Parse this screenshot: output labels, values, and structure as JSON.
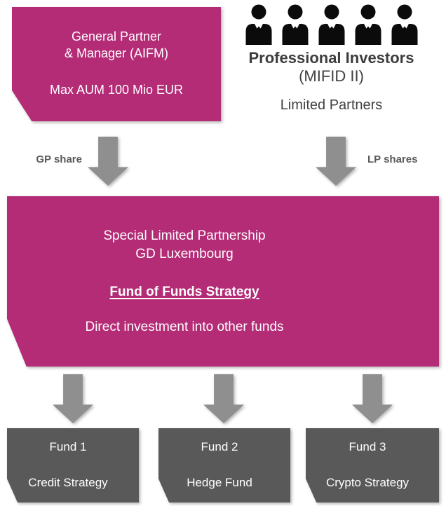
{
  "colors": {
    "magenta": "#B42B76",
    "dark_gray": "#595959",
    "arrow_gray": "#8F8F8F",
    "text_dark": "#3D3D3D",
    "white": "#FFFFFF"
  },
  "gp_box": {
    "line1": "General Partner",
    "line2": "& Manager (AIFM)",
    "line3": "Max AUM 100 Mio EUR"
  },
  "investors": {
    "icon_count": 5,
    "title": "Professional Investors",
    "subtitle": "(MIFID II)",
    "role": "Limited Partners"
  },
  "arrows": {
    "gp_label": "GP share",
    "lp_label": "LP shares"
  },
  "slp_box": {
    "line1": "Special Limited Partnership",
    "line2": "GD Luxembourg",
    "strategy": "Fund of Funds Strategy",
    "description": "Direct investment into other funds"
  },
  "funds": [
    {
      "name": "Fund 1",
      "strategy": "Credit Strategy"
    },
    {
      "name": "Fund 2",
      "strategy": "Hedge Fund"
    },
    {
      "name": "Fund 3",
      "strategy": "Crypto Strategy"
    }
  ]
}
